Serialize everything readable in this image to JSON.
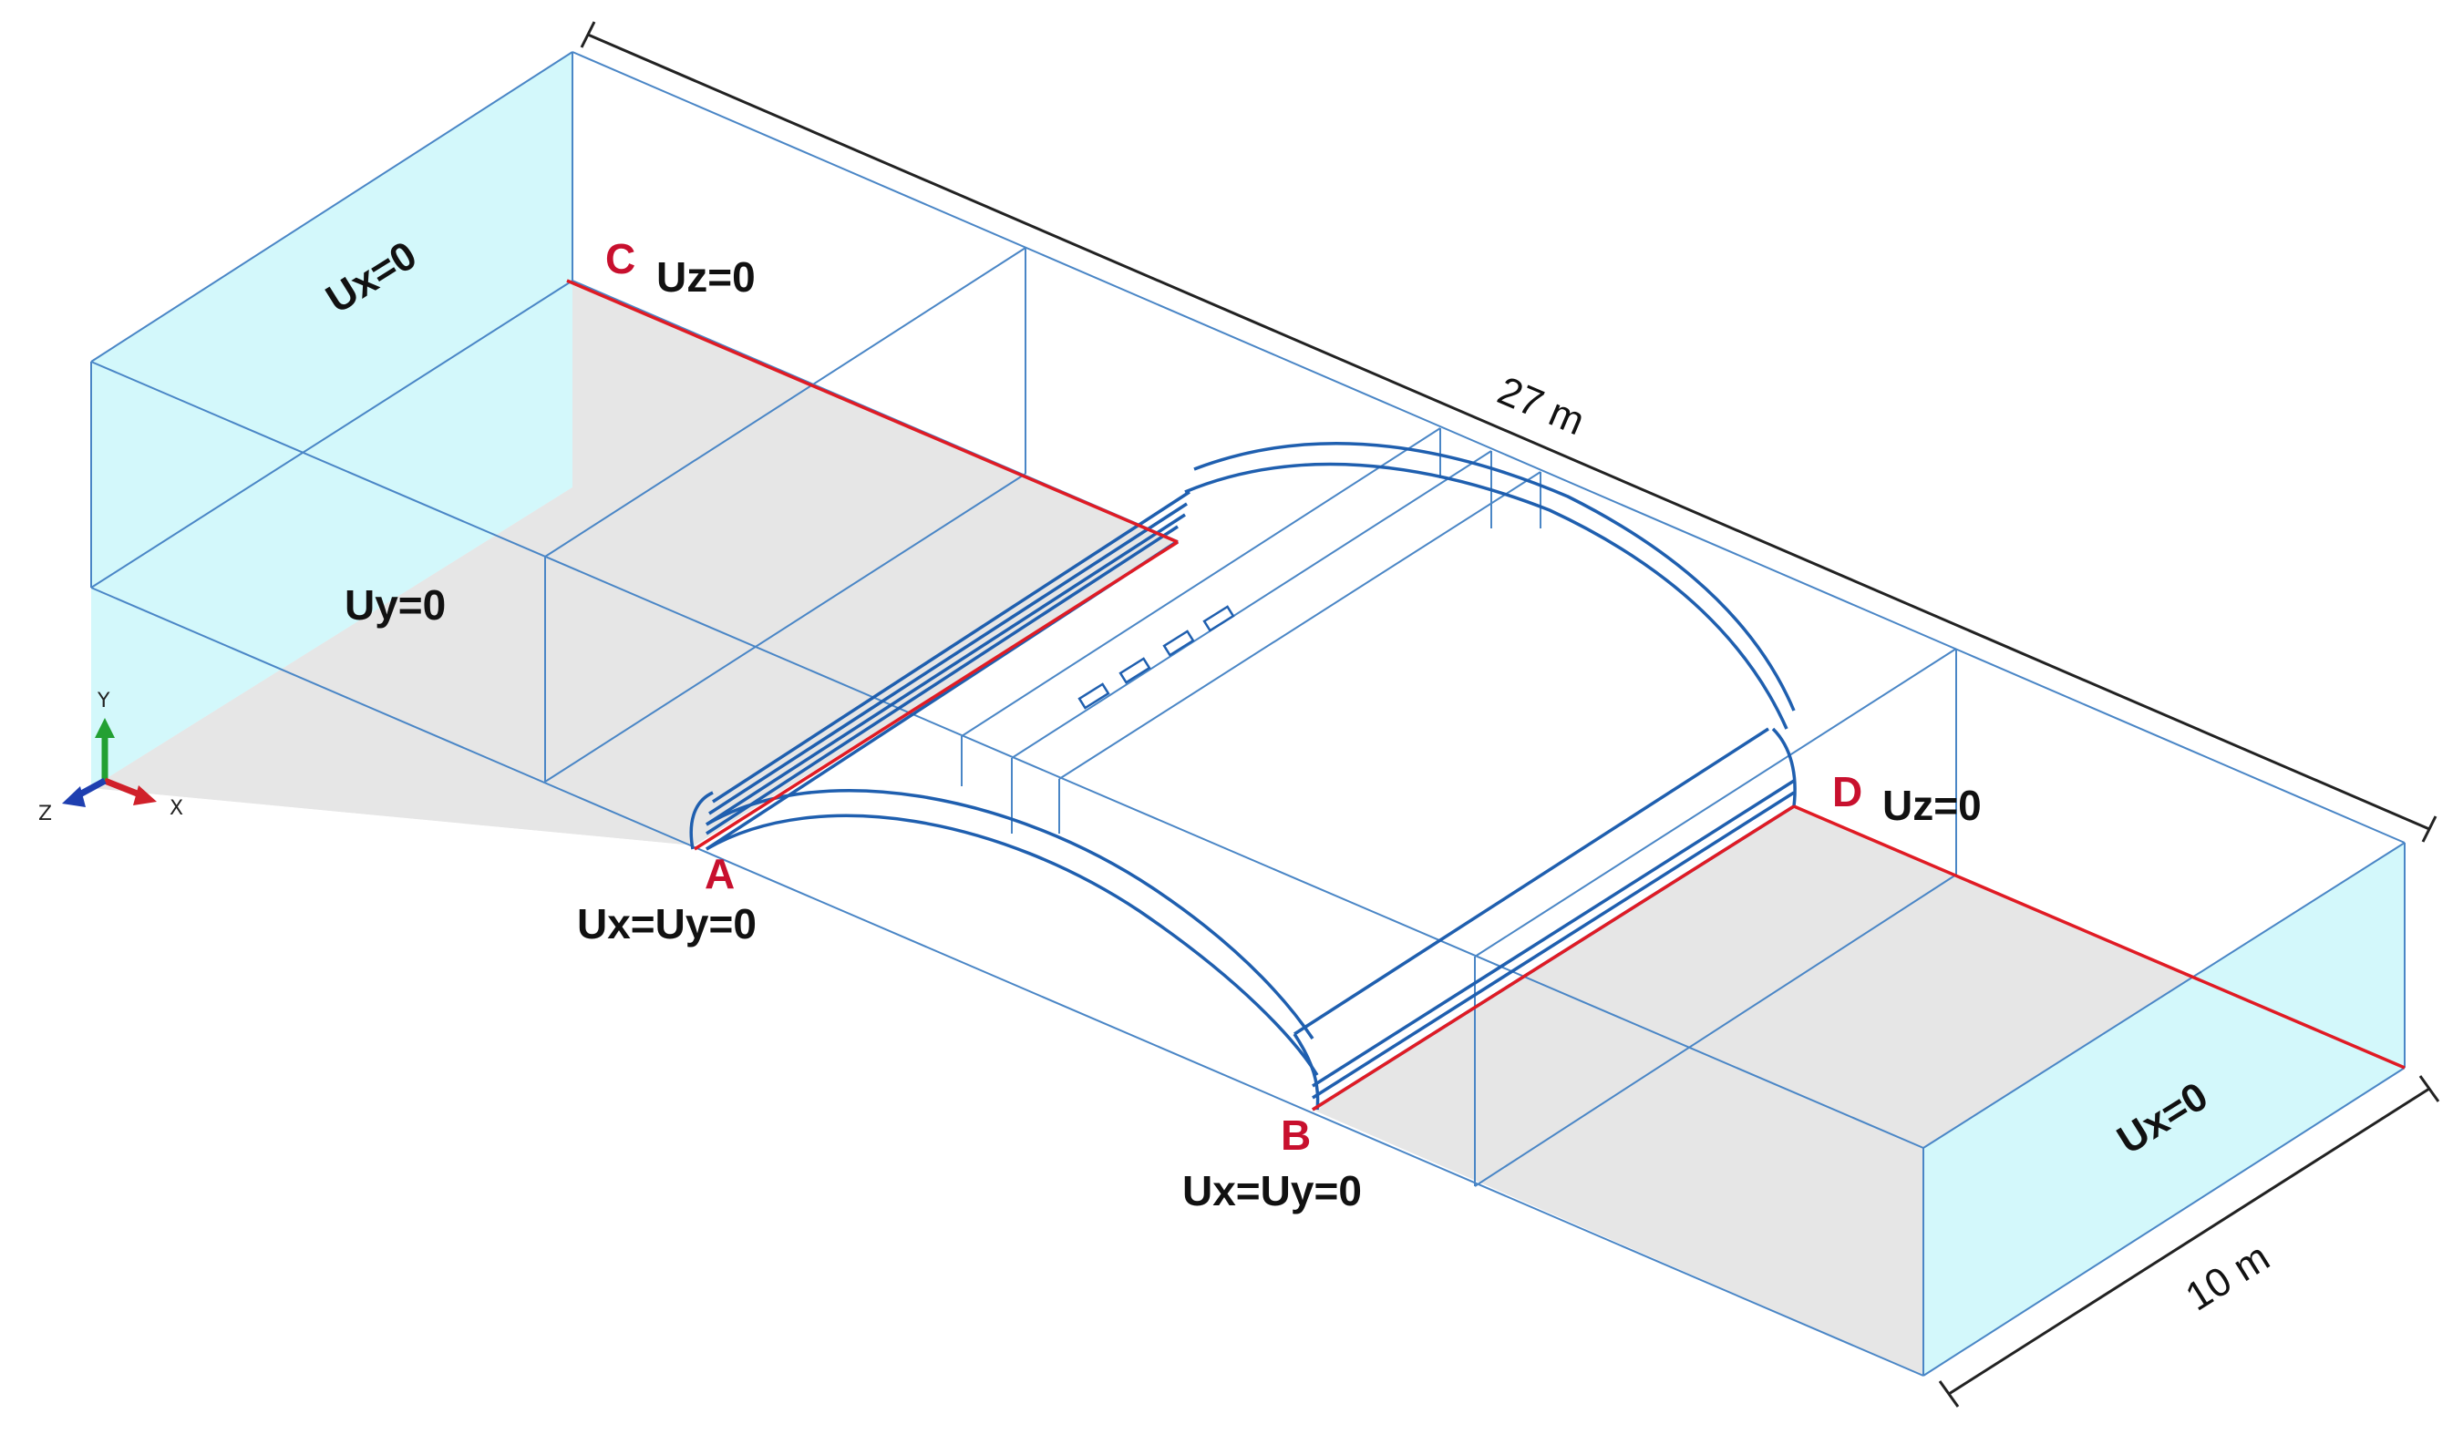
{
  "colors": {
    "soil_face": "#e6e6e6",
    "side_face": "#d3f8fb",
    "edge": "#4a86c6",
    "tunnel": "#1f5faf",
    "boundary_line": "#e01b24",
    "point_label": "#c8102e",
    "text": "#111111",
    "axis_x": "#d0202a",
    "axis_y": "#23a033",
    "axis_z": "#1e3fb0"
  },
  "labels": {
    "ux0_left": "Ux=0",
    "ux0_right": "Ux=0",
    "uy0": "Uy=0",
    "point_a": "A",
    "point_b": "B",
    "point_c": "C",
    "point_d": "D",
    "uz0_c": "Uz=0",
    "uz0_d": "Uz=0",
    "uxuy0_a": "Ux=Uy=0",
    "uxuy0_b": "Ux=Uy=0"
  },
  "dimensions": {
    "length": "27 m",
    "width": "10 m"
  },
  "axes": {
    "x": "X",
    "y": "Y",
    "z": "Z"
  }
}
